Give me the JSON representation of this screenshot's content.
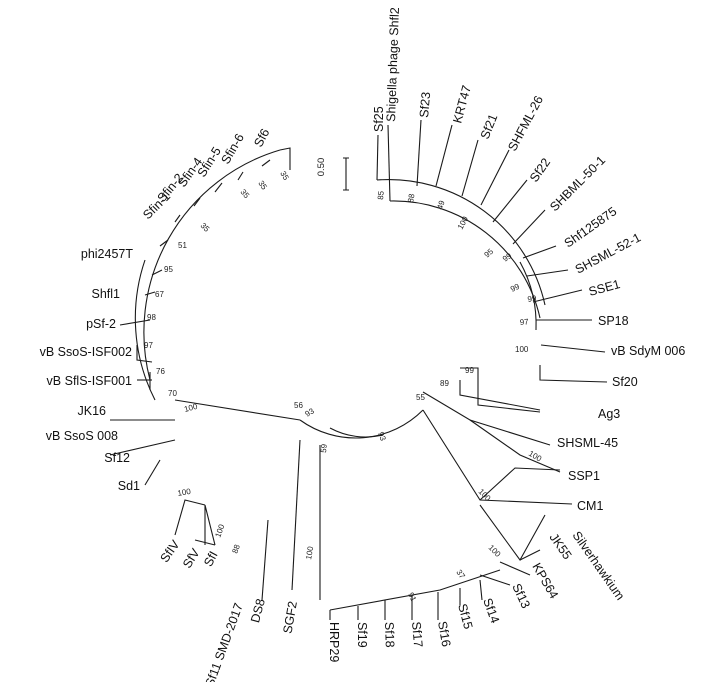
{
  "scale_bar": {
    "label": "0.50"
  },
  "taxa": [
    "Sf25",
    "Shigella phage Shfl2",
    "Sf23",
    "KRT47",
    "Sf21",
    "SHFML-26",
    "Sf22",
    "SHBML-50-1",
    "Shf125875",
    "SHSML-52-1",
    "SSE1",
    "SP18",
    "vB SdyM 006",
    "Sf20",
    "Ag3",
    "SHSML-45",
    "SSP1",
    "CM1",
    "Silverhawkium",
    "JK55",
    "KPS64",
    "Sf13",
    "Sf14",
    "Sf15",
    "Sf16",
    "Sf17",
    "Sf18",
    "Sf19",
    "HRP29",
    "SGF2",
    "DS8",
    "Sf11 SMD-2017",
    "SfI",
    "SfV",
    "SfIV",
    "Sd1",
    "Sf12",
    "vB SsoS 008",
    "JK16",
    "vB SflS-ISF001",
    "vB SsoS-ISF002",
    "pSf-2",
    "Shfl1",
    "phi2457T",
    "Sfin-1",
    "Sfin-2",
    "Sfin-4",
    "Sfin-5",
    "Sfin-6",
    "Sf6"
  ],
  "bootstrap": [
    "85",
    "88",
    "49",
    "100",
    "95",
    "99",
    "99",
    "99",
    "97",
    "100",
    "99",
    "89",
    "55",
    "100",
    "100",
    "100",
    "37",
    "91",
    "59",
    "100",
    "93",
    "56",
    "93",
    "88",
    "100",
    "100",
    "100",
    "70",
    "76",
    "97",
    "98",
    "67",
    "95",
    "51",
    "35",
    "35",
    "35",
    "35"
  ]
}
